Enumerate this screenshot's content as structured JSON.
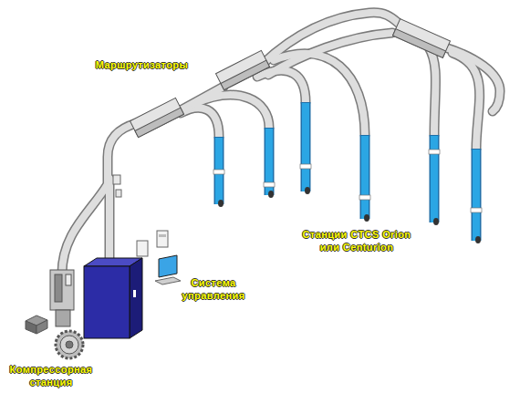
{
  "diagram": {
    "labels": [
      "Маршрутизаторы",
      "Станции CTCS Orion или Centurion",
      "Система управления",
      "Компрессорная станция"
    ]
  }
}
